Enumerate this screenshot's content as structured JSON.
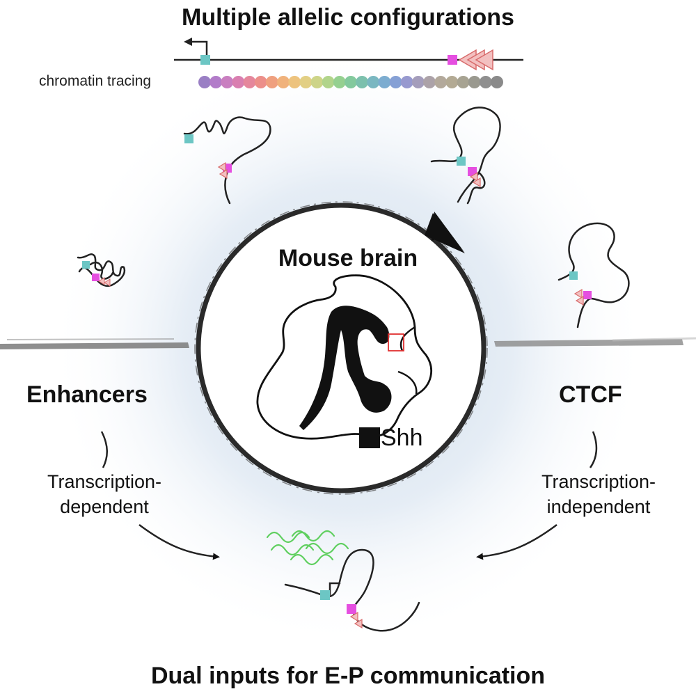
{
  "diagram": {
    "title": "Multiple allelic configurations",
    "tracing_label": "chromatin tracing",
    "center_title": "Mouse brain",
    "gene_label": "Shh",
    "left_heading": "Enhancers",
    "left_subtext": "Transcription-dependent",
    "right_heading": "CTCF",
    "right_subtext": "Transcription-independent",
    "footer": "Dual inputs for E-P communication"
  },
  "colors": {
    "promoter": "#6cc6c4",
    "enhancer": "#e54fe0",
    "ctcf_sites": "#e99a9a",
    "transcripts": "#5fcf5f",
    "halo": "#d3e0ee",
    "region_box": "#e03030",
    "tracing_probes": [
      "#9a7fc4",
      "#b27cc9",
      "#c97fc0",
      "#d97fb0",
      "#e5879c",
      "#ec8f8a",
      "#efa07f",
      "#f0b27c",
      "#edc37e",
      "#e2cf84",
      "#cdd488",
      "#b1d48b",
      "#95d090",
      "#83c99d",
      "#7cc0ad",
      "#7ab7c1",
      "#7cacd0",
      "#85a0d5",
      "#9799cf",
      "#a49dbb",
      "#aca2a8",
      "#b3a99b",
      "#b3aa94",
      "#a7a392",
      "#9a998f",
      "#8f8f8f",
      "#8a8a8a"
    ]
  },
  "icons": [
    "promoter-arrow-icon",
    "ctcf-triangle-icon",
    "transcript-wave-icon",
    "brain-outline-icon",
    "legend-square-icon"
  ]
}
